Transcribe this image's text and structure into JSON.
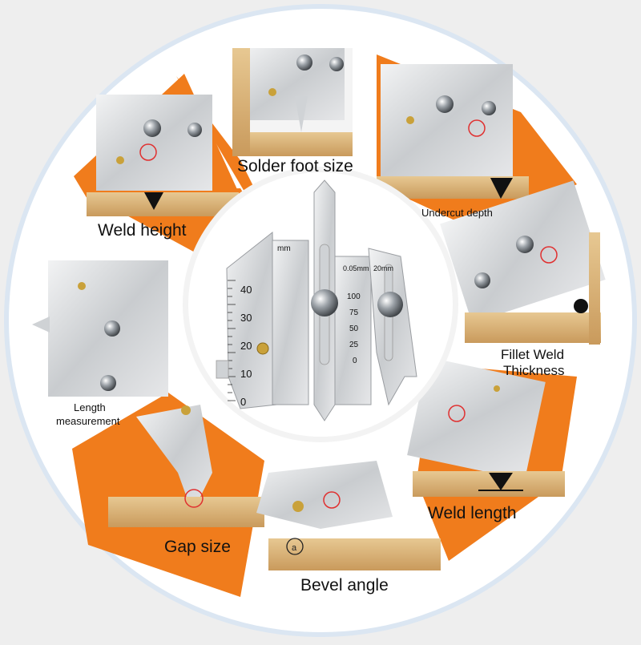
{
  "infographic": {
    "labels": {
      "solder_foot_size": "Solder foot size",
      "weld_height": "Weld height",
      "undercut_depth": "Undercut depth",
      "fillet_weld_thickness_line1": "Fillet Weld",
      "fillet_weld_thickness_line2": "Thickness",
      "length_measurement_line1": "Length",
      "length_measurement_line2": "measurement",
      "weld_length": "Weld length",
      "gap_size": "Gap size",
      "bevel_angle": "Bevel angle"
    },
    "center_gauge": {
      "left_scale": [
        "40",
        "30",
        "20",
        "10",
        "0"
      ],
      "left_unit": "mm",
      "middle_scale": [
        "100",
        "75",
        "50",
        "25",
        "0"
      ],
      "middle_unit": "0.05mm",
      "right_scale": [
        "20mm"
      ]
    },
    "colors": {
      "accent_orange": "#f07c1c",
      "wood": "#d9b37a",
      "steel": "#d7d9dc",
      "ring_border": "#dbe6f2",
      "background": "#eeeeee"
    }
  }
}
